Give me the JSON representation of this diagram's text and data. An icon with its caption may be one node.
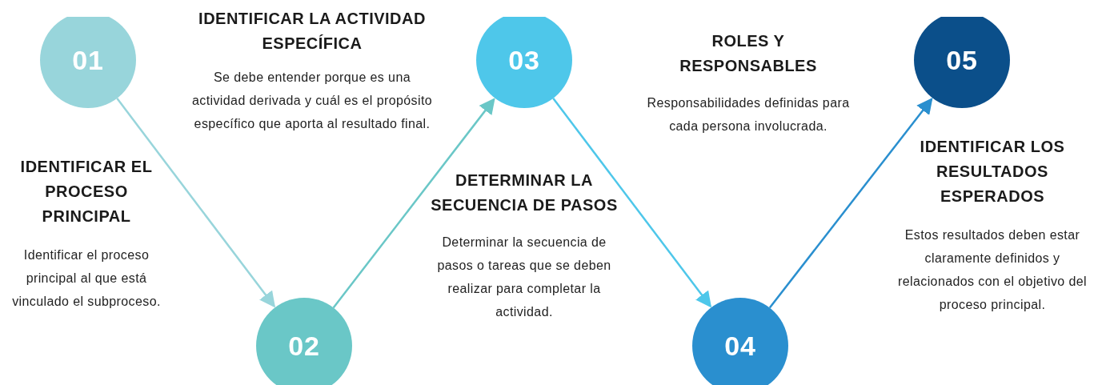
{
  "diagram": {
    "nodes": [
      {
        "text": [
          "01"
        ],
        "beside": [
          "IDENTIFICAR EL PROCESO PRINCIPAL",
          "Identificar el proceso principal al que está vinculado el subproceso."
        ]
      },
      {
        "text": [
          "02"
        ],
        "beside": [
          "IDENTIFICAR LA ACTIVIDAD ESPECÍFICA",
          "Se debe entender porque es una actividad derivada y cuál es el propósito específico que aporta al resultado final."
        ]
      },
      {
        "text": [
          "03"
        ],
        "beside": [
          "DETERMINAR LA SECUENCIA DE PASOS",
          "Determinar la secuencia de pasos o tareas que se deben realizar para completar la actividad."
        ]
      },
      {
        "text": [
          "04"
        ],
        "beside": [
          "ROLES Y RESPONSABLES",
          "Responsabilidades definidas para cada persona involucrada."
        ]
      },
      {
        "text": [
          "05"
        ],
        "beside": [
          "IDENTIFICAR LOS RESULTADOS ESPERADOS",
          "Estos resultados deben estar claramente definidos y relacionados con el objetivo del proceso principal."
        ]
      }
    ],
    "edges": [
      {
        "from": 0,
        "to": 1,
        "arrow": "to",
        "color": "#98d5db"
      },
      {
        "from": 1,
        "to": 2,
        "arrow": "to",
        "color": "#6ac7c7"
      },
      {
        "from": 2,
        "to": 3,
        "arrow": "to",
        "color": "#4ec7ea"
      },
      {
        "from": 3,
        "to": 4,
        "arrow": "to",
        "color": "#2a8fcf"
      }
    ]
  }
}
